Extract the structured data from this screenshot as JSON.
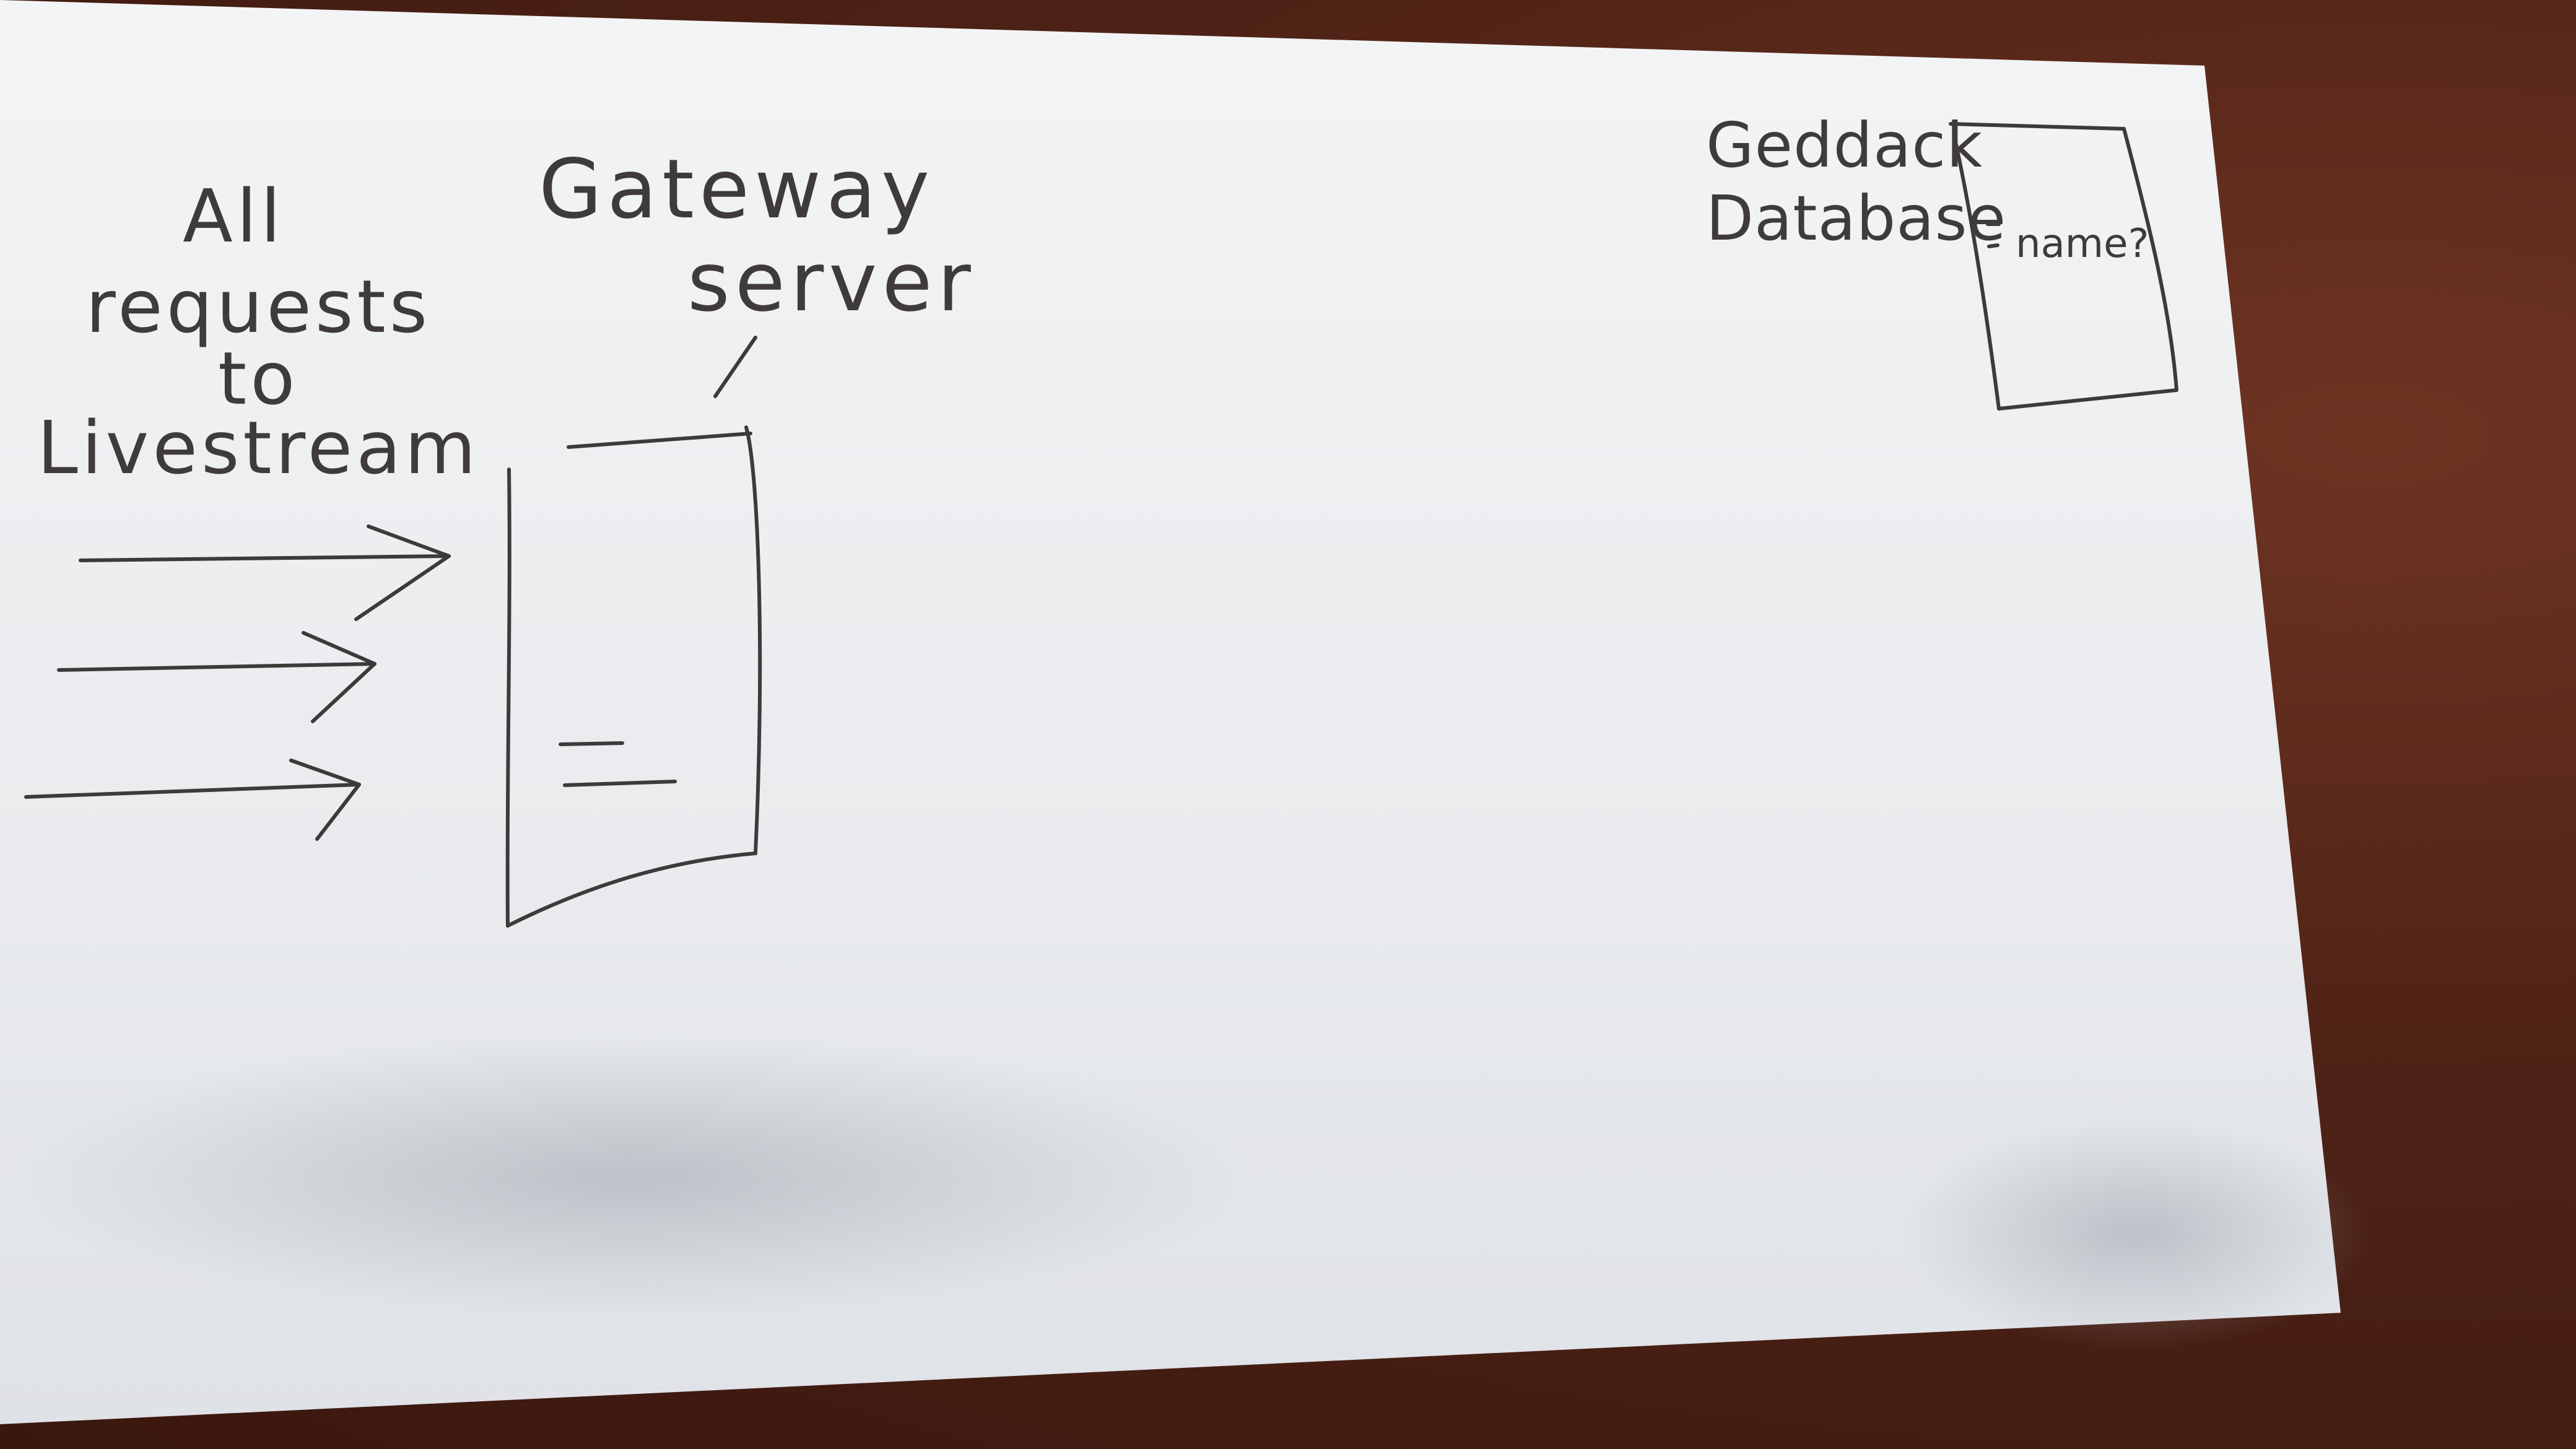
{
  "diagram": {
    "input_label": {
      "lines": [
        "All",
        "requests",
        "to",
        "Livestream"
      ]
    },
    "gateway_label": {
      "lines": [
        "Gateway",
        "server"
      ]
    },
    "database_label": {
      "lines": [
        "Geddack",
        "Database"
      ]
    },
    "database_box_note": "name?"
  },
  "colors": {
    "paper": "#eef0f2",
    "ink": "#3e3a3a",
    "table_wood": "#5a2a1c"
  }
}
